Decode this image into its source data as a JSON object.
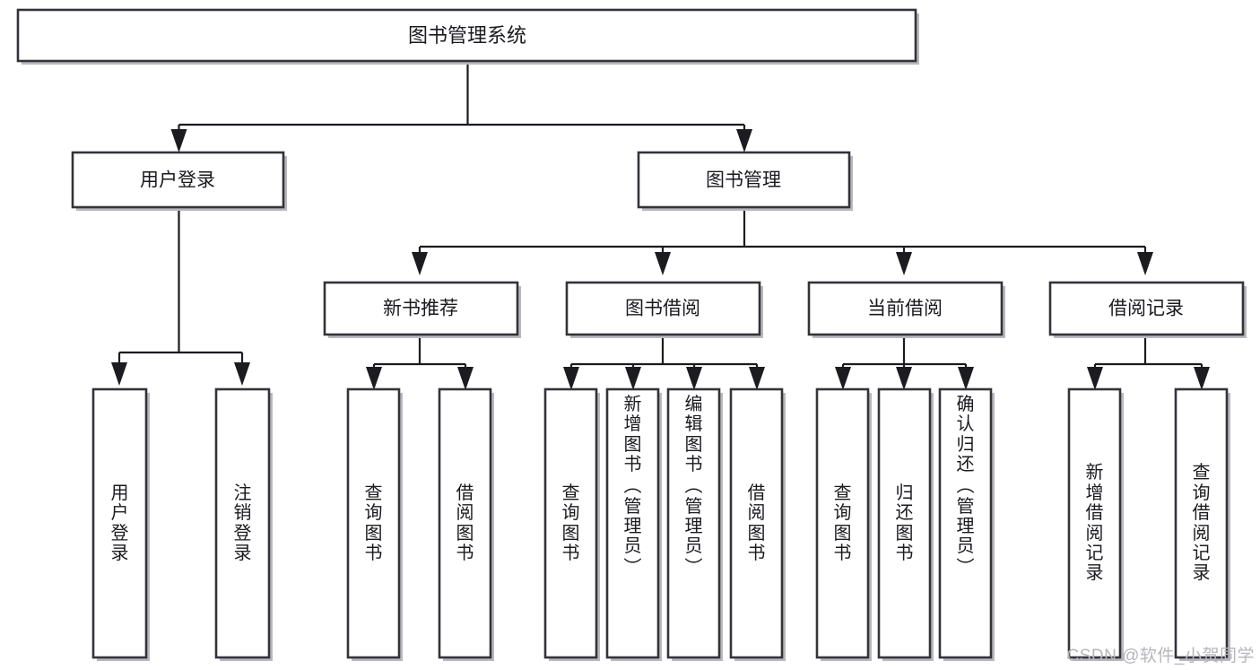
{
  "diagram": {
    "title": "图书管理系统",
    "type": "tree-hierarchy",
    "watermark": "CSDN @软件_小贺同学",
    "colors": {
      "background": "#ffffff",
      "box_fill": "#ffffff",
      "box_stroke": "#33333a",
      "connector": "#1b1b20",
      "text": "#1a1a1f",
      "watermark_text": "#b6b6bb",
      "shadow": "#b9b9bd"
    },
    "root": {
      "label": "图书管理系统"
    },
    "level2": [
      {
        "label": "用户登录"
      },
      {
        "label": "图书管理"
      }
    ],
    "level3": [
      {
        "label": "新书推荐"
      },
      {
        "label": "图书借阅"
      },
      {
        "label": "当前借阅"
      },
      {
        "label": "借阅记录"
      }
    ],
    "leaves": {
      "user_login": [
        {
          "chars": [
            "用",
            "户",
            "登",
            "录"
          ]
        },
        {
          "chars": [
            "注",
            "销",
            "登",
            "录"
          ]
        }
      ],
      "new_book_recommend": [
        {
          "chars": [
            "查",
            "询",
            "图",
            "书"
          ]
        },
        {
          "chars": [
            "借",
            "阅",
            "图",
            "书"
          ]
        }
      ],
      "book_borrow": [
        {
          "chars": [
            "查",
            "询",
            "图",
            "书"
          ]
        },
        {
          "chars": [
            "新",
            "增",
            "图",
            "书",
            "（",
            "管",
            "理",
            "员",
            "）"
          ]
        },
        {
          "chars": [
            "编",
            "辑",
            "图",
            "书",
            "（",
            "管",
            "理",
            "员",
            "）"
          ]
        },
        {
          "chars": [
            "借",
            "阅",
            "图",
            "书"
          ]
        }
      ],
      "current_borrow": [
        {
          "chars": [
            "查",
            "询",
            "图",
            "书"
          ]
        },
        {
          "chars": [
            "归",
            "还",
            "图",
            "书"
          ]
        },
        {
          "chars": [
            "确",
            "认",
            "归",
            "还",
            "（",
            "管",
            "理",
            "员",
            "）"
          ]
        }
      ],
      "borrow_record": [
        {
          "chars": [
            "新",
            "增",
            "借",
            "阅",
            "记",
            "录"
          ]
        },
        {
          "chars": [
            "查",
            "询",
            "借",
            "阅",
            "记",
            "录"
          ]
        }
      ]
    }
  }
}
